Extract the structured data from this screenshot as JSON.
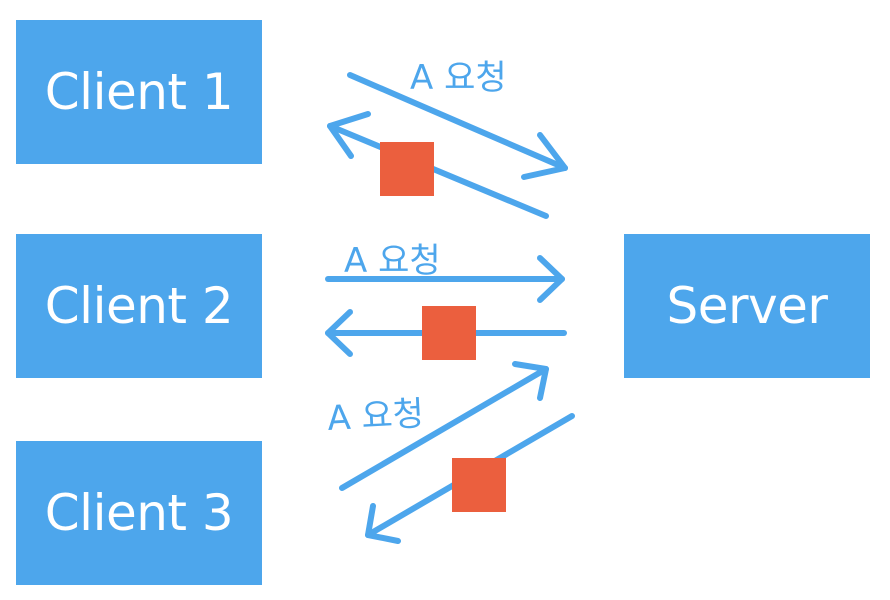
{
  "colors": {
    "box": "#4DA6EC",
    "arrow": "#4DA6EC",
    "marker": "#EB5F3E",
    "label": "#4DA6EC",
    "box_text": "#FFFFFF"
  },
  "clients": [
    {
      "label": "Client 1"
    },
    {
      "label": "Client 2"
    },
    {
      "label": "Client 3"
    }
  ],
  "server": {
    "label": "Server"
  },
  "requests": [
    {
      "label": "A 요청"
    },
    {
      "label": "A 요청"
    },
    {
      "label": "A 요청"
    }
  ],
  "icons": {
    "marker": "red-square"
  }
}
